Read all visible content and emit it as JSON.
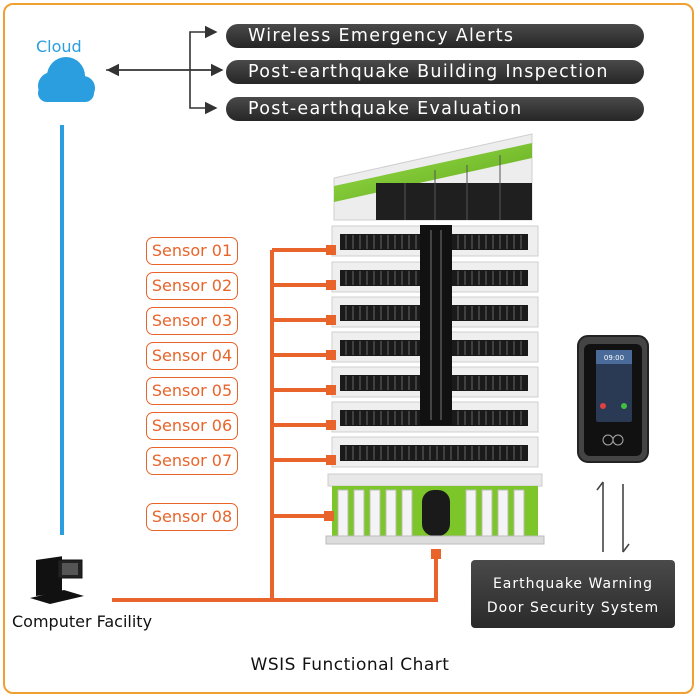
{
  "cloud": {
    "label": "Cloud"
  },
  "services": [
    "Wireless Emergency Alerts",
    "Post-earthquake Building Inspection",
    "Post-earthquake Evaluation"
  ],
  "sensors": [
    "Sensor 01",
    "Sensor 02",
    "Sensor 03",
    "Sensor 04",
    "Sensor 05",
    "Sensor 06",
    "Sensor 07",
    "Sensor 08"
  ],
  "computer": {
    "label": "Computer Facility"
  },
  "door_system": {
    "line1": "Earthquake Warning",
    "line2": "Door Security System"
  },
  "title": "WSIS Functional Chart",
  "device_screen": {
    "time": "09:00"
  },
  "colors": {
    "orange": "#e8642a",
    "cloud": "#2b9ee0",
    "green": "#7cc62a",
    "frame": "#f0a030"
  }
}
